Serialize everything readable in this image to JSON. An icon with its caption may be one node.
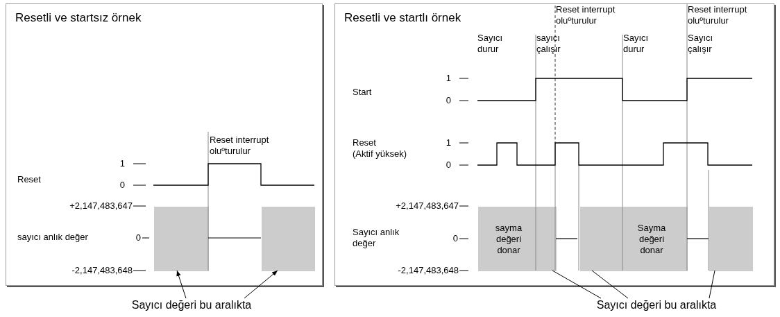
{
  "diagram": {
    "nodes": [
      {
        "text": [
          "Resetli ve startsız örnek"
        ]
      },
      {
        "text": [],
        "shape": "box",
        "in": 0
      },
      {
        "text": [],
        "shape": "box",
        "in": 0
      },
      {
        "text": [
          "Sayıcı değeri bu aralıkta"
        ]
      },
      {
        "text": [
          "Resetli ve startlı örnek"
        ]
      },
      {
        "text": [
          "sayma değeri donar"
        ],
        "in": 4
      },
      {
        "text": [
          "Sayma değeri donar"
        ],
        "in": 4
      },
      {
        "text": [],
        "shape": "box",
        "in": 4
      },
      {
        "text": [
          "Sayıcı değeri bu aralıkta"
        ]
      }
    ],
    "edges": [
      {
        "from": 3,
        "to": 1,
        "arrow": "to"
      },
      {
        "from": 3,
        "to": 2,
        "arrow": "to"
      },
      {
        "from": 8,
        "to": 5,
        "arrow": "none"
      },
      {
        "from": 8,
        "to": 6,
        "arrow": "none"
      },
      {
        "from": 8,
        "to": 7,
        "arrow": "none"
      }
    ],
    "labels": [
      "Reset interrupt oluºturulur",
      "1",
      "Reset",
      "0",
      "+2,147,483,647",
      "sayıcı anlık değer",
      "0",
      "-2,147,483,648",
      "Reset interrupt oluºturulur",
      "Reset interrupt oluºturulur",
      "Sayıcı durur",
      "sayıcı çalışır",
      "Sayıcı durur",
      "Sayıcı çalışır",
      "1",
      "Start",
      "0",
      "Reset",
      "(Aktif yüksek)",
      "1",
      "0",
      "+2,147,483,647",
      "Sayıcı anlık değer",
      "0",
      "-2,147,483,648"
    ]
  }
}
